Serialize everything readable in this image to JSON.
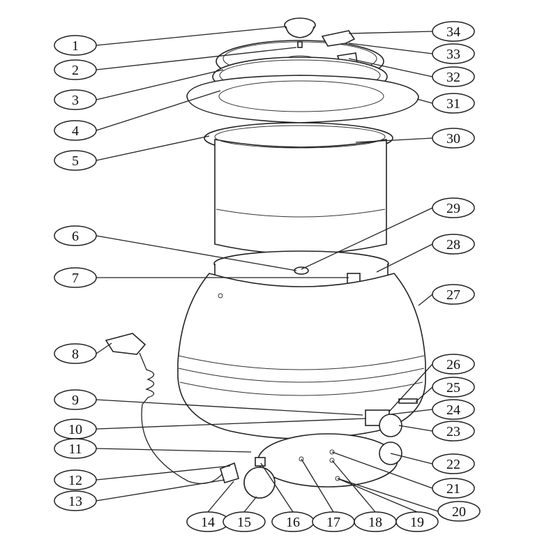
{
  "diagram": {
    "type": "exploded-parts-diagram",
    "callouts": [
      "1",
      "2",
      "3",
      "4",
      "5",
      "6",
      "7",
      "8",
      "9",
      "10",
      "11",
      "12",
      "13",
      "14",
      "15",
      "16",
      "17",
      "18",
      "19",
      "20",
      "21",
      "22",
      "23",
      "24",
      "25",
      "26",
      "27",
      "28",
      "29",
      "30",
      "31",
      "32",
      "33",
      "34"
    ]
  }
}
